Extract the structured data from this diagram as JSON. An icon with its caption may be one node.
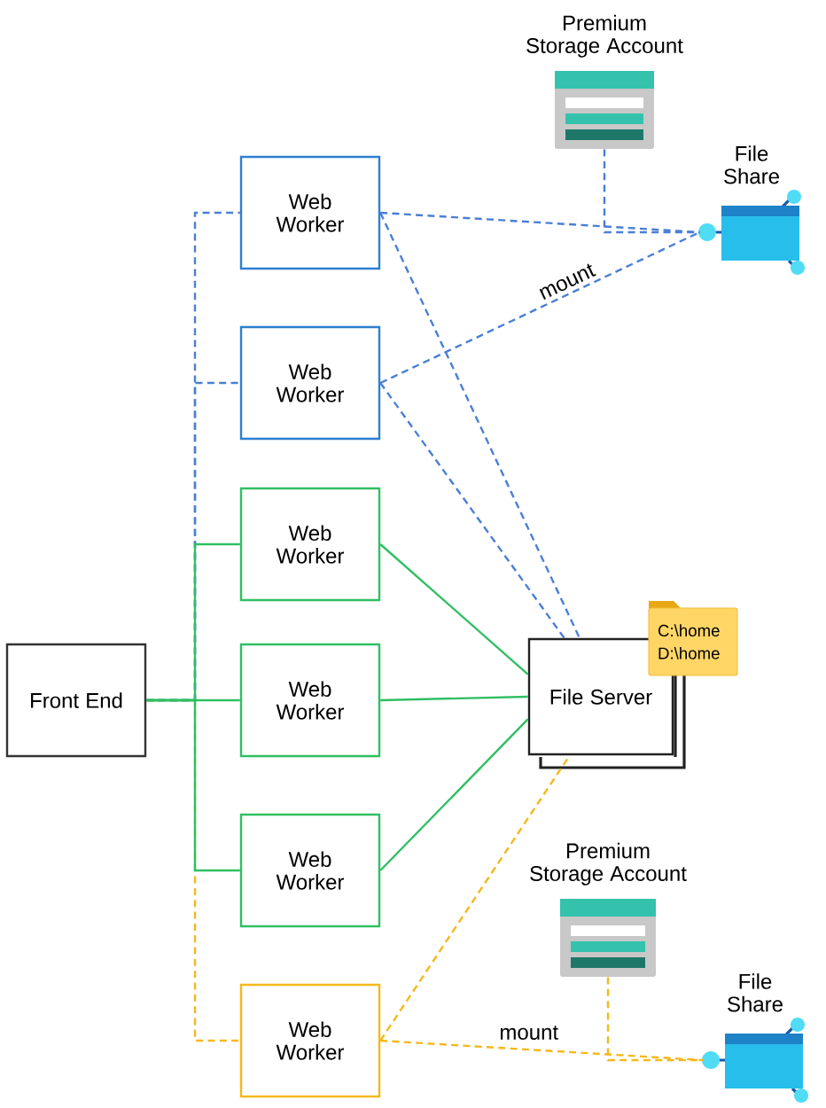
{
  "diagram": {
    "nodes": [
      {
        "text": [
          "Front End"
        ]
      },
      {
        "text": [
          "Web Worker"
        ]
      },
      {
        "text": [
          "Web Worker"
        ]
      },
      {
        "text": [
          "Web Worker"
        ]
      },
      {
        "text": [
          "Web Worker"
        ]
      },
      {
        "text": [
          "Web Worker"
        ]
      },
      {
        "text": [
          "Web Worker"
        ]
      },
      {
        "text": [
          "File Server"
        ]
      },
      {
        "text": [
          "C:\\home D:\\home"
        ]
      },
      {
        "text": [
          "Premium Storage Account"
        ]
      },
      {
        "text": [
          "File Share"
        ]
      },
      {
        "text": [
          "Premium Storage Account"
        ]
      },
      {
        "text": [
          "File Share"
        ]
      }
    ],
    "edges": [
      {
        "from": 0,
        "to": 1,
        "arrow": "none",
        "style": "dashed",
        "color": "#4a7fd6"
      },
      {
        "from": 0,
        "to": 2,
        "arrow": "none",
        "style": "dashed",
        "color": "#4a7fd6"
      },
      {
        "from": 0,
        "to": 3,
        "arrow": "none",
        "color": "#2fbf63"
      },
      {
        "from": 0,
        "to": 4,
        "arrow": "none",
        "color": "#2fbf63"
      },
      {
        "from": 0,
        "to": 5,
        "arrow": "none",
        "color": "#2fbf63"
      },
      {
        "from": 0,
        "to": 6,
        "arrow": "none",
        "style": "dashed",
        "color": "#f5b81c"
      },
      {
        "from": 3,
        "to": 7,
        "arrow": "none",
        "color": "#2fbf63"
      },
      {
        "from": 4,
        "to": 7,
        "arrow": "none",
        "color": "#2fbf63"
      },
      {
        "from": 5,
        "to": 7,
        "arrow": "none",
        "color": "#2fbf63"
      },
      {
        "from": 1,
        "to": 7,
        "arrow": "none",
        "style": "dashed",
        "color": "#4a7fd6"
      },
      {
        "from": 2,
        "to": 7,
        "arrow": "none",
        "style": "dashed",
        "color": "#4a7fd6"
      },
      {
        "from": 1,
        "to": 10,
        "arrow": "none",
        "style": "dashed",
        "color": "#4a7fd6"
      },
      {
        "from": 2,
        "to": 10,
        "arrow": "none",
        "style": "dashed",
        "color": "#4a7fd6",
        "label": "mount"
      },
      {
        "from": 9,
        "to": 10,
        "arrow": "none",
        "style": "dashed",
        "color": "#4a7fd6"
      },
      {
        "from": 6,
        "to": 7,
        "arrow": "none",
        "style": "dashed",
        "color": "#f5b81c"
      },
      {
        "from": 6,
        "to": 12,
        "arrow": "none",
        "style": "dashed",
        "color": "#f5b81c",
        "label": "mount"
      },
      {
        "from": 11,
        "to": 12,
        "arrow": "none",
        "style": "dashed",
        "color": "#f5b81c"
      }
    ]
  }
}
